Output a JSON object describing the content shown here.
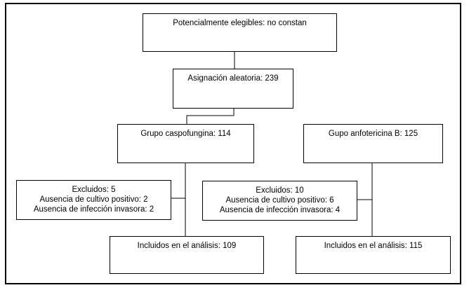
{
  "flowchart": {
    "eligible": "Potencialmente elegibles: no constan",
    "randomized": "Asignación aleatoria: 239",
    "group_a": {
      "title": "Grupo caspofungina: 114",
      "excluded": [
        "Excluidos: 5",
        "Ausencia de cultivo positivo: 2",
        "Ausencia de infección invasora: 2"
      ],
      "analyzed": "Incluidos en el análisis: 109"
    },
    "group_b": {
      "title": "Gupo anfotericina B: 125",
      "excluded": [
        "Excluidos: 10",
        "Ausencia de cultivo positivo: 6",
        "Ausencia de infección invasora: 4"
      ],
      "analyzed": "Incluidos en el análisis: 115"
    }
  }
}
